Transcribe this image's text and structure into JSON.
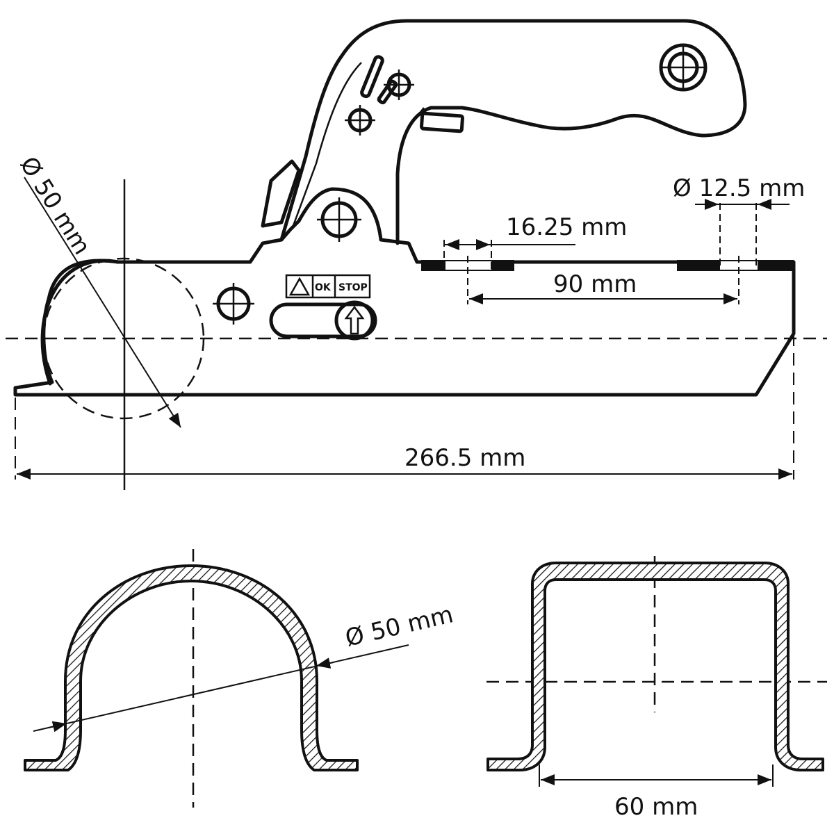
{
  "dimensions": {
    "ball_diameter_side": "Ø 50 mm",
    "hole_diameter": "Ø 12.5 mm",
    "hole_offset": "16.25 mm",
    "hole_spacing": "90 mm",
    "overall_length": "266.5 mm",
    "ball_diameter_section": "Ø 50 mm",
    "channel_width": "60 mm"
  },
  "indicator": {
    "ok_label": "OK",
    "stop_label": "STOP"
  }
}
